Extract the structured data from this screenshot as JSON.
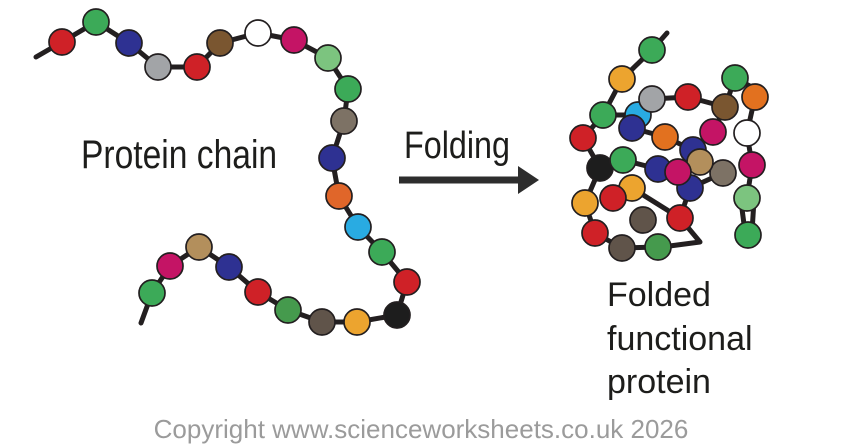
{
  "labels": {
    "protein_chain": "Protein chain",
    "folding": "Folding",
    "folded_lines": [
      "Folded",
      "functional",
      "protein"
    ],
    "copyright": "Copyright www.scienceworksheets.co.uk 2026"
  },
  "colors": {
    "line": "#231f20",
    "arrow": "#2d2d2d",
    "text": "#1d1d1b",
    "copyright_gray": "#9b9b9b",
    "red": "#cf2127",
    "green": "#3caa58",
    "green2": "#459a4d",
    "lightgreen": "#7cc47f",
    "navy": "#2e3192",
    "gray": "#a2a4a7",
    "brown": "#7a5630",
    "tan": "#b38f5c",
    "white": "#ffffff",
    "magenta": "#c41465",
    "taupelight": "#7d7265",
    "taupe": "#60544a",
    "orange": "#e0662a",
    "dkorange": "#e2711f",
    "amber": "#eca42f",
    "cyan": "#29abe2",
    "black": "#1d1d1d"
  },
  "diagram": {
    "bead_radius": 13,
    "bead_outline_width": 1.7,
    "link_width": 5,
    "chain": {
      "tail_start": [
        36,
        57
      ],
      "tail_end": [
        141,
        323
      ],
      "beads": [
        [
          62,
          42,
          "red"
        ],
        [
          96,
          22,
          "green"
        ],
        [
          129,
          43,
          "navy"
        ],
        [
          158,
          67,
          "gray"
        ],
        [
          197,
          67,
          "red"
        ],
        [
          220,
          43,
          "brown"
        ],
        [
          258,
          33,
          "white"
        ],
        [
          294,
          40,
          "magenta"
        ],
        [
          328,
          58,
          "lightgreen"
        ],
        [
          348,
          89,
          "green"
        ],
        [
          344,
          121,
          "taupelight"
        ],
        [
          332,
          158,
          "navy"
        ],
        [
          339,
          196,
          "orange"
        ],
        [
          358,
          227,
          "cyan"
        ],
        [
          382,
          252,
          "green"
        ],
        [
          407,
          282,
          "red"
        ],
        [
          397,
          315,
          "black"
        ],
        [
          357,
          322,
          "amber"
        ],
        [
          322,
          322,
          "taupe"
        ],
        [
          288,
          310,
          "green2"
        ],
        [
          258,
          292,
          "red"
        ],
        [
          229,
          267,
          "navy"
        ],
        [
          199,
          247,
          "tan"
        ],
        [
          170,
          266,
          "magenta"
        ],
        [
          152,
          293,
          "green"
        ]
      ]
    },
    "folded": {
      "links": [
        [
          [
            667,
            33
          ],
          [
            652,
            50
          ]
        ],
        [
          [
            652,
            50
          ],
          [
            622,
            79
          ]
        ],
        [
          [
            622,
            79
          ],
          [
            603,
            115
          ]
        ],
        [
          [
            603,
            115
          ],
          [
            583,
            138
          ]
        ],
        [
          [
            583,
            138
          ],
          [
            600,
            168
          ]
        ],
        [
          [
            600,
            168
          ],
          [
            585,
            203
          ]
        ],
        [
          [
            652,
            99
          ],
          [
            688,
            97
          ]
        ],
        [
          [
            652,
            99
          ],
          [
            638,
            115
          ]
        ],
        [
          [
            688,
            97
          ],
          [
            725,
            107
          ]
        ],
        [
          [
            725,
            107
          ],
          [
            735,
            78
          ]
        ],
        [
          [
            735,
            78
          ],
          [
            757,
            90
          ],
          [
            755,
            97
          ]
        ],
        [
          [
            755,
            97
          ],
          [
            747,
            133
          ]
        ],
        [
          [
            747,
            133
          ],
          [
            752,
            165
          ]
        ],
        [
          [
            752,
            165
          ],
          [
            747,
            198
          ]
        ],
        [
          [
            741,
            201
          ],
          [
            745,
            232
          ]
        ],
        [
          [
            754,
            200
          ],
          [
            752,
            232
          ]
        ],
        [
          [
            713,
            132
          ],
          [
            693,
            150
          ]
        ],
        [
          [
            725,
            107
          ],
          [
            713,
            132
          ]
        ],
        [
          [
            632,
            128
          ],
          [
            665,
            137
          ]
        ],
        [
          [
            665,
            137
          ],
          [
            693,
            150
          ]
        ],
        [
          [
            600,
            168
          ],
          [
            623,
            160
          ]
        ],
        [
          [
            623,
            160
          ],
          [
            658,
            169
          ]
        ],
        [
          [
            658,
            169
          ],
          [
            678,
            172
          ]
        ],
        [
          [
            613,
            198
          ],
          [
            632,
            188
          ]
        ],
        [
          [
            632,
            188
          ],
          [
            680,
            218
          ]
        ],
        [
          [
            680,
            218
          ],
          [
            700,
            242
          ],
          [
            662,
            247
          ]
        ],
        [
          [
            585,
            203
          ],
          [
            595,
            233
          ]
        ],
        [
          [
            595,
            233
          ],
          [
            622,
            248
          ]
        ],
        [
          [
            622,
            248
          ],
          [
            658,
            247
          ]
        ],
        [
          [
            680,
            218
          ],
          [
            690,
            188
          ]
        ],
        [
          [
            690,
            188
          ],
          [
            723,
            173
          ]
        ],
        [
          [
            603,
            115
          ],
          [
            638,
            115
          ]
        ]
      ],
      "beads": [
        [
          638,
          115,
          "cyan"
        ],
        [
          652,
          99,
          "gray"
        ],
        [
          688,
          97,
          "red"
        ],
        [
          622,
          79,
          "amber"
        ],
        [
          652,
          50,
          "green"
        ],
        [
          735,
          78,
          "green"
        ],
        [
          725,
          107,
          "brown"
        ],
        [
          755,
          97,
          "dkorange"
        ],
        [
          603,
          115,
          "green"
        ],
        [
          632,
          128,
          "navy"
        ],
        [
          583,
          138,
          "red"
        ],
        [
          665,
          137,
          "dkorange"
        ],
        [
          693,
          150,
          "navy"
        ],
        [
          713,
          132,
          "magenta"
        ],
        [
          747,
          133,
          "white"
        ],
        [
          723,
          173,
          "taupelight"
        ],
        [
          700,
          162,
          "tan"
        ],
        [
          752,
          165,
          "magenta"
        ],
        [
          600,
          168,
          "black"
        ],
        [
          623,
          160,
          "green"
        ],
        [
          658,
          169,
          "navy"
        ],
        [
          690,
          188,
          "navy"
        ],
        [
          678,
          172,
          "magenta"
        ],
        [
          632,
          188,
          "amber"
        ],
        [
          613,
          198,
          "red"
        ],
        [
          585,
          203,
          "amber"
        ],
        [
          747,
          198,
          "lightgreen"
        ],
        [
          643,
          220,
          "taupe"
        ],
        [
          680,
          218,
          "red"
        ],
        [
          595,
          233,
          "red"
        ],
        [
          622,
          248,
          "taupe"
        ],
        [
          658,
          247,
          "green2"
        ],
        [
          748,
          235,
          "green"
        ]
      ]
    }
  }
}
